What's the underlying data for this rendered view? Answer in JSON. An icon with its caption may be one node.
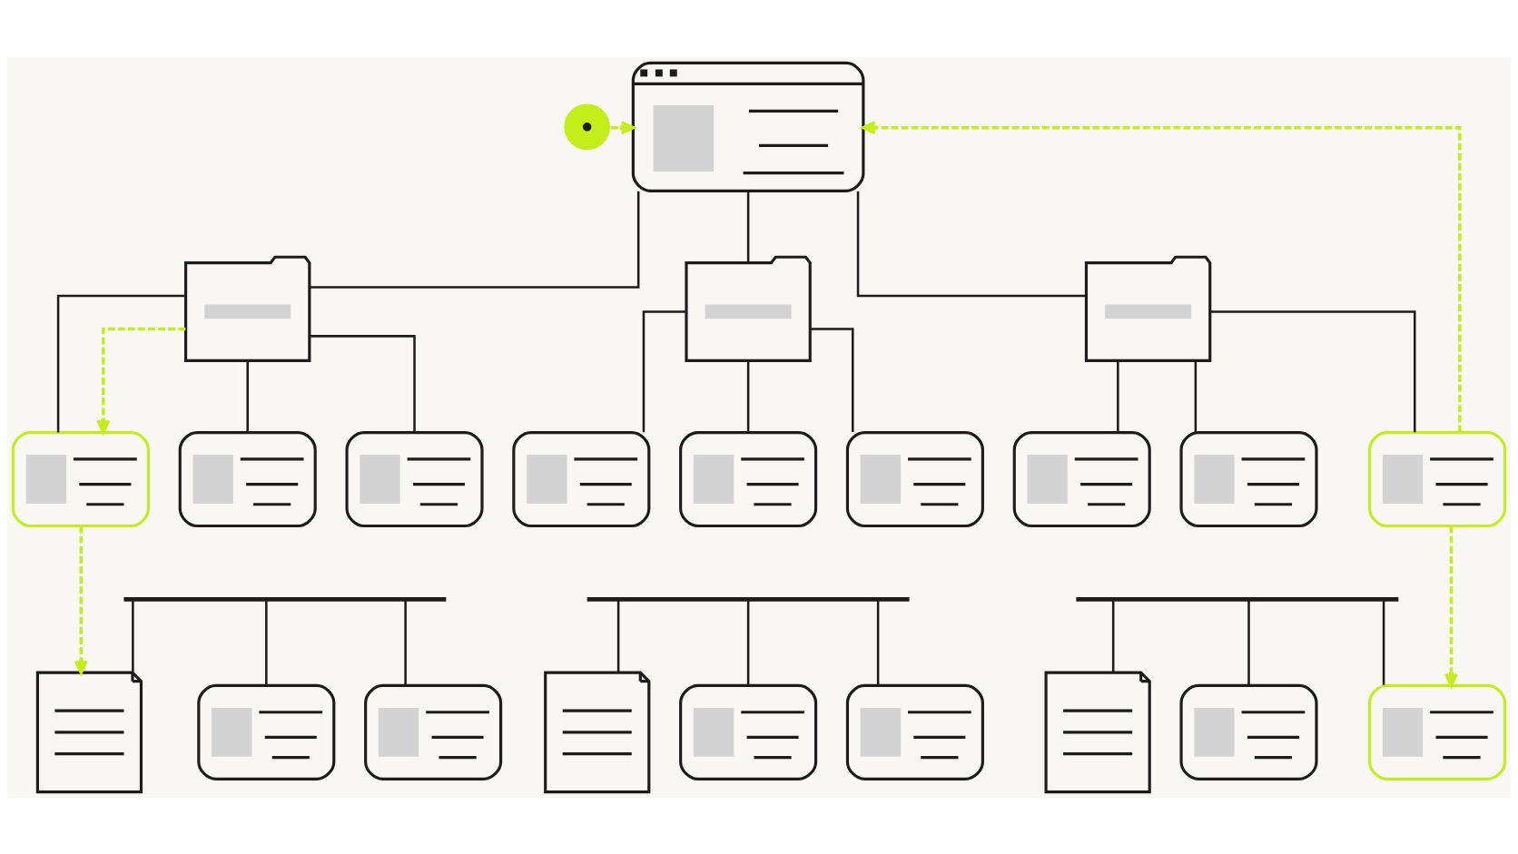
{
  "diagram": {
    "nodes": [
      {
        "text": [],
        "shape": "circle"
      },
      {
        "text": [],
        "shape": "window"
      },
      {
        "text": [],
        "shape": "folder"
      },
      {
        "text": [],
        "shape": "folder"
      },
      {
        "text": [],
        "shape": "folder"
      },
      {
        "text": [],
        "shape": "card"
      },
      {
        "text": [],
        "shape": "card"
      },
      {
        "text": [],
        "shape": "card"
      },
      {
        "text": [],
        "shape": "card"
      },
      {
        "text": [],
        "shape": "card"
      },
      {
        "text": [],
        "shape": "card"
      },
      {
        "text": [],
        "shape": "card"
      },
      {
        "text": [],
        "shape": "card"
      },
      {
        "text": [],
        "shape": "card"
      },
      {
        "text": [],
        "shape": "bar"
      },
      {
        "text": [],
        "shape": "bar"
      },
      {
        "text": [],
        "shape": "bar"
      },
      {
        "text": [],
        "shape": "document"
      },
      {
        "text": [],
        "shape": "card"
      },
      {
        "text": [],
        "shape": "card"
      },
      {
        "text": [],
        "shape": "document"
      },
      {
        "text": [],
        "shape": "card"
      },
      {
        "text": [],
        "shape": "card"
      },
      {
        "text": [],
        "shape": "document"
      },
      {
        "text": [],
        "shape": "card"
      },
      {
        "text": [],
        "shape": "card"
      }
    ],
    "edges": [
      {
        "from": 0,
        "to": 1,
        "arrow": "to",
        "style": "dashed",
        "color": "#c4ee1a"
      },
      {
        "from": 1,
        "to": 2,
        "arrow": "none"
      },
      {
        "from": 1,
        "to": 3,
        "arrow": "none"
      },
      {
        "from": 1,
        "to": 4,
        "arrow": "none"
      },
      {
        "from": 2,
        "to": 5,
        "arrow": "none"
      },
      {
        "from": 2,
        "to": 6,
        "arrow": "none"
      },
      {
        "from": 2,
        "to": 7,
        "arrow": "none"
      },
      {
        "from": 3,
        "to": 8,
        "arrow": "none"
      },
      {
        "from": 3,
        "to": 9,
        "arrow": "none"
      },
      {
        "from": 3,
        "to": 10,
        "arrow": "none"
      },
      {
        "from": 4,
        "to": 11,
        "arrow": "none"
      },
      {
        "from": 4,
        "to": 12,
        "arrow": "none"
      },
      {
        "from": 4,
        "to": 13,
        "arrow": "none"
      },
      {
        "from": 14,
        "to": 17,
        "arrow": "none"
      },
      {
        "from": 14,
        "to": 18,
        "arrow": "none"
      },
      {
        "from": 14,
        "to": 19,
        "arrow": "none"
      },
      {
        "from": 15,
        "to": 20,
        "arrow": "none"
      },
      {
        "from": 15,
        "to": 21,
        "arrow": "none"
      },
      {
        "from": 15,
        "to": 22,
        "arrow": "none"
      },
      {
        "from": 16,
        "to": 23,
        "arrow": "none"
      },
      {
        "from": 16,
        "to": 24,
        "arrow": "none"
      },
      {
        "from": 16,
        "to": 25,
        "arrow": "none"
      },
      {
        "from": 2,
        "to": 5,
        "arrow": "to",
        "style": "dashed",
        "color": "#c4ee1a"
      },
      {
        "from": 5,
        "to": 17,
        "arrow": "to",
        "style": "dashed",
        "color": "#c4ee1a"
      },
      {
        "from": 13,
        "to": 1,
        "arrow": "to",
        "style": "dashed",
        "color": "#c4ee1a"
      },
      {
        "from": 13,
        "to": 25,
        "arrow": "to",
        "style": "dashed",
        "color": "#c4ee1a"
      }
    ]
  }
}
